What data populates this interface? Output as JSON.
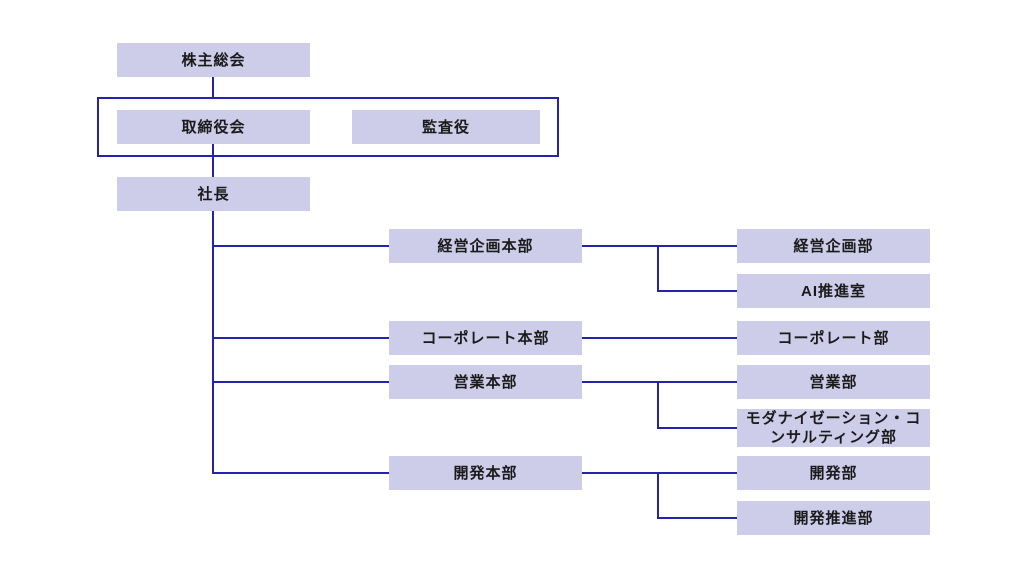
{
  "diagram": {
    "kind": "org-chart",
    "background": "#ffffff",
    "colors": {
      "node_fill": "#cdcce9",
      "connector_line": "#2323ae",
      "frame_border": "#2323ae",
      "text": "#1a1a1a"
    },
    "nodes": {
      "shareholders": {
        "label": "株主総会"
      },
      "board": {
        "label": "取締役会"
      },
      "auditor": {
        "label": "監査役"
      },
      "president": {
        "label": "社長"
      },
      "hq_planning": {
        "label": "経営企画本部"
      },
      "hq_corporate": {
        "label": "コーポレート本部"
      },
      "hq_sales": {
        "label": "営業本部"
      },
      "hq_dev": {
        "label": "開発本部"
      },
      "dept_planning": {
        "label": "経営企画部"
      },
      "dept_ai": {
        "label": "AI推進室"
      },
      "dept_corporate": {
        "label": "コーポレート部"
      },
      "dept_sales": {
        "label": "営業部"
      },
      "dept_modernization": {
        "label": "モダナイゼーション・コンサルティング部"
      },
      "dept_dev": {
        "label": "開発部"
      },
      "dept_dev_promo": {
        "label": "開発推進部"
      }
    },
    "grouped_in_frame": [
      "取締役会",
      "監査役"
    ],
    "edges": [
      {
        "from": "株主総会",
        "to": "取締役会"
      },
      {
        "from": "取締役会",
        "to": "社長"
      },
      {
        "from": "社長",
        "to": "経営企画本部"
      },
      {
        "from": "社長",
        "to": "コーポレート本部"
      },
      {
        "from": "社長",
        "to": "営業本部"
      },
      {
        "from": "社長",
        "to": "開発本部"
      },
      {
        "from": "経営企画本部",
        "to": "経営企画部"
      },
      {
        "from": "経営企画本部",
        "to": "AI推進室"
      },
      {
        "from": "コーポレート本部",
        "to": "コーポレート部"
      },
      {
        "from": "営業本部",
        "to": "営業部"
      },
      {
        "from": "営業本部",
        "to": "モダナイゼーション・コンサルティング部"
      },
      {
        "from": "開発本部",
        "to": "開発部"
      },
      {
        "from": "開発本部",
        "to": "開発推進部"
      }
    ]
  }
}
